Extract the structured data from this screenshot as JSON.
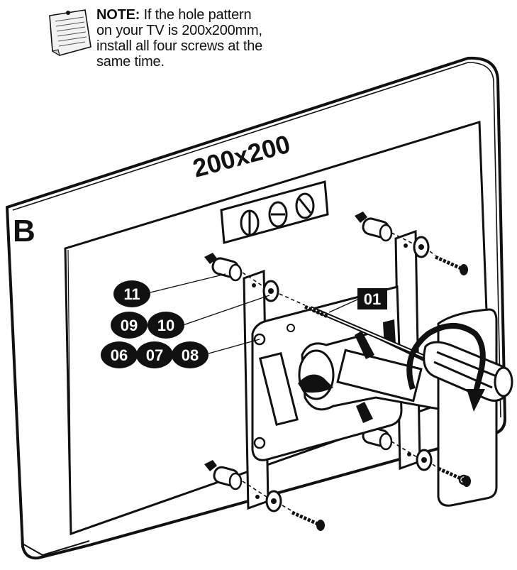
{
  "note": {
    "label": "NOTE:",
    "lines": [
      " If the hole pattern",
      "on your TV is 200x200mm,",
      "install all four screws at the",
      "same time."
    ]
  },
  "step_letter": "B",
  "pattern_label": "200x200",
  "callouts": {
    "top": [
      "11"
    ],
    "middle": [
      "09",
      "10"
    ],
    "bottom": [
      "06",
      "07",
      "08"
    ],
    "part_tag": "01"
  },
  "colors": {
    "ink": "#111111",
    "paper": "#ffffff",
    "shade": "#d8d8d8",
    "bubble": "#111111"
  },
  "icons": [
    "note-paper-icon",
    "screwdriver-icon",
    "rotate-arrow-icon"
  ]
}
